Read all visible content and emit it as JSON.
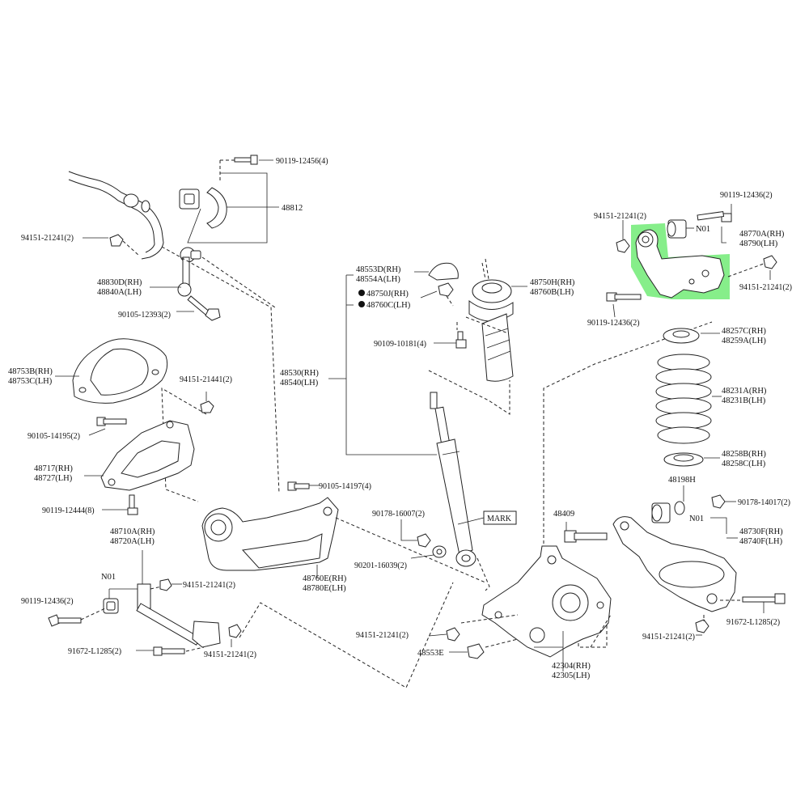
{
  "colors": {
    "highlight": "#22e02a",
    "line": "#222222",
    "background": "#ffffff"
  },
  "labels": {
    "p90119_12456": "90119-12456(4)",
    "p48812": "48812",
    "p94151_21241_a": "94151-21241(2)",
    "p48830d": "48830D(RH)",
    "p48840a": "48840A(LH)",
    "p90105_12393": "90105-12393(2)",
    "p48753b": "48753B(RH)",
    "p48753c": "48753C(LH)",
    "p94151_21441": "94151-21441(2)",
    "p90105_14195": "90105-14195(2)",
    "p48717": "48717(RH)",
    "p48727": "48727(LH)",
    "p90119_12444": "90119-12444(8)",
    "p48710a": "48710A(RH)",
    "p48720a": "48720A(LH)",
    "n01_a": "N01",
    "p90119_12436_a": "90119-12436(2)",
    "p94151_21241_b": "94151-21241(2)",
    "p91672_l1285_a": "91672-L1285(2)",
    "p94151_21241_c": "94151-21241(2)",
    "p48553d": "48553D(RH)",
    "p48554a": "48554A(LH)",
    "p48750j": "48750J(RH)",
    "p48760c": "48760C(LH)",
    "p48750h": "48750H(RH)",
    "p48760b": "48760B(LH)",
    "p90109_10181": "90109-10181(4)",
    "p48530": "48530(RH)",
    "p48540": "48540(LH)",
    "p90105_14197": "90105-14197(4)",
    "p90178_16007": "90178-16007(2)",
    "mark": "MARK",
    "p90201_16039": "90201-16039(2)",
    "p48760e": "48760E(RH)",
    "p48780e": "48780E(LH)",
    "p94151_21241_d": "94151-21241(2)",
    "p48553e": "48553E",
    "p48409": "48409",
    "p42304": "42304(RH)",
    "p42305": "42305(LH)",
    "p90119_12436_top": "90119-12436(2)",
    "p94151_21241_top": "94151-21241(2)",
    "n01_top": "N01",
    "p48770a": "48770A(RH)",
    "p48790": "48790(LH)",
    "p94151_21241_e": "94151-21241(2)",
    "p90119_12436_b": "90119-12436(2)",
    "p48257c": "48257C(RH)",
    "p48259a": "48259A(LH)",
    "p48231a": "48231A(RH)",
    "p48231b": "48231B(LH)",
    "p48258b": "48258B(RH)",
    "p48258c": "48258C(LH)",
    "p48198h": "48198H",
    "p90178_14017": "90178-14017(2)",
    "n01_b": "N01",
    "p48730f": "48730F(RH)",
    "p48740f": "48740F(LH)",
    "p91672_l1285_b": "91672-L1285(2)",
    "p94151_21241_f": "94151-21241(2)"
  }
}
